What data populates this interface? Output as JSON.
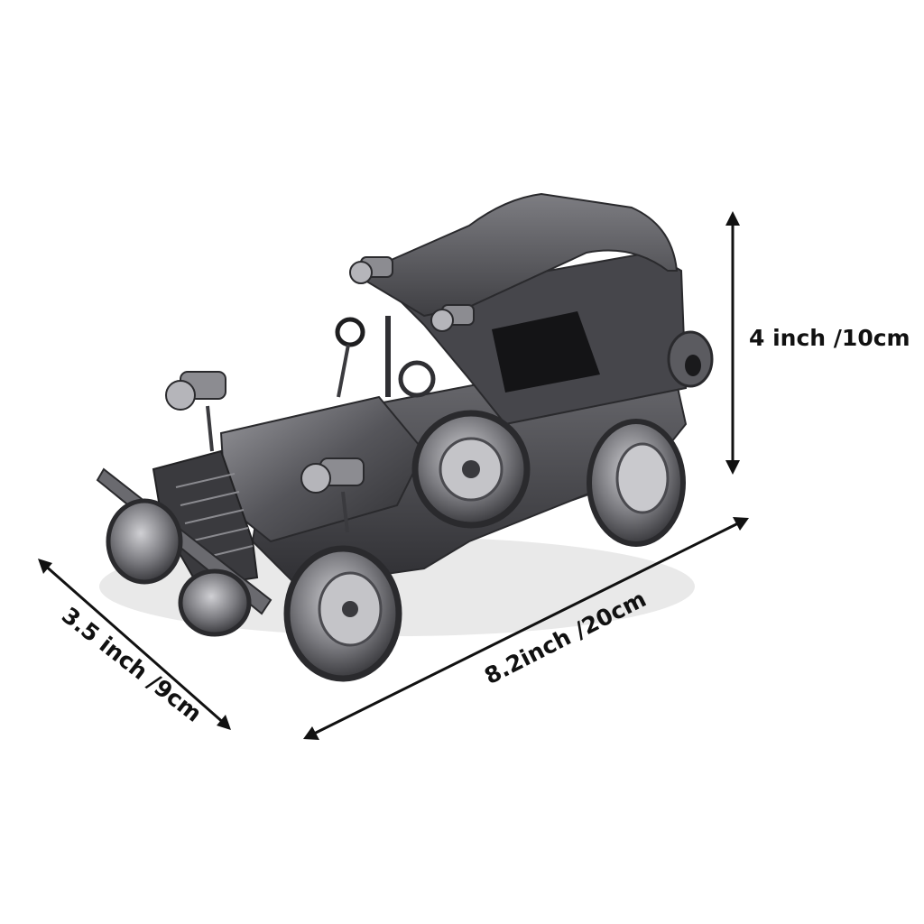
{
  "dimensions": {
    "height": "4 inch /10cm",
    "length": "8.2inch /20cm",
    "width": "3.5 inch  /9cm"
  },
  "colors": {
    "background": "#ffffff",
    "metal_dark": "#3a3a3c",
    "metal_mid": "#6e6e72",
    "metal_light": "#b9b9bd",
    "arrow": "#111111"
  }
}
